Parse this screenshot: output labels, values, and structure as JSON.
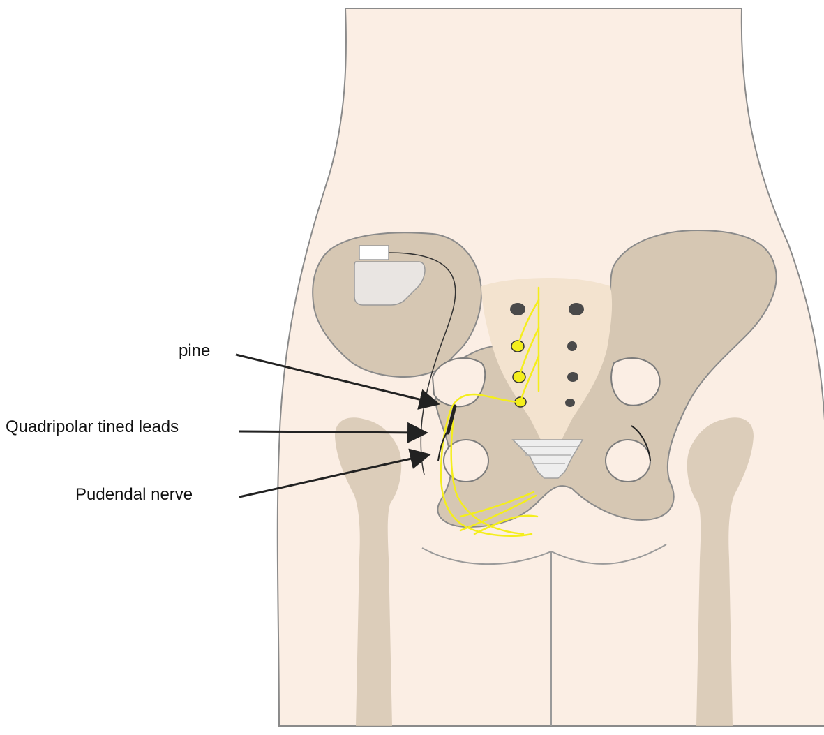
{
  "colors": {
    "skin": "#fbeee4",
    "skin_outline": "#8a8a8a",
    "bone": "#d6c7b3",
    "bone_outline": "#7c7c7c",
    "sacrum": "#f3e3cf",
    "nerve": "#f4ee1c",
    "foramen_dark": "#4a4a4a",
    "stimulator": "#e9e5e2",
    "arrow": "#222222"
  },
  "icons": [
    "stimulator-device-icon",
    "arrow-icon"
  ],
  "labels": {
    "pine": "pine",
    "quadripolar_tined_leads": "Quadripolar tined leads",
    "pudendal_nerve": "Pudendal nerve"
  }
}
